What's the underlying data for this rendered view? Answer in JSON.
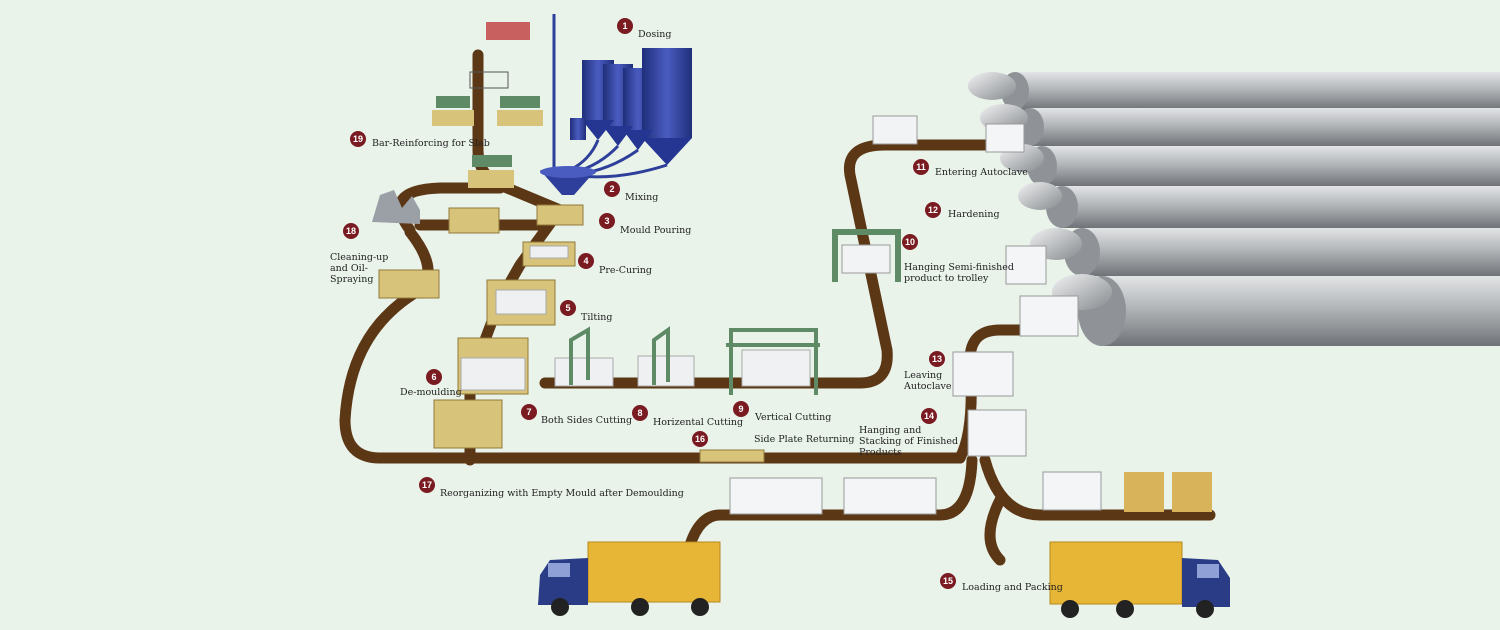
{
  "steps": [
    {
      "num": "1",
      "label": "Dosing"
    },
    {
      "num": "2",
      "label": "Mixing"
    },
    {
      "num": "3",
      "label": "Mould Pouring"
    },
    {
      "num": "4",
      "label": "Pre-Curing"
    },
    {
      "num": "5",
      "label": "Tilting"
    },
    {
      "num": "6",
      "label": "De-moulding"
    },
    {
      "num": "7",
      "label": "Both Sides Cutting"
    },
    {
      "num": "8",
      "label": "Horizental Cutting"
    },
    {
      "num": "9",
      "label": "Vertical Cutting"
    },
    {
      "num": "10",
      "label": "Hanging Semi-finished product to trolley"
    },
    {
      "num": "11",
      "label": "Entering Autoclave"
    },
    {
      "num": "12",
      "label": "Hardening"
    },
    {
      "num": "13",
      "label": "Leaving Autoclave"
    },
    {
      "num": "14",
      "label": "Hanging and Stacking of Finished Products"
    },
    {
      "num": "15",
      "label": "Loading and Packing"
    },
    {
      "num": "16",
      "label": "Side Plate Returning"
    },
    {
      "num": "17",
      "label": "Reorganizing with Empty Mould after Demoulding"
    },
    {
      "num": "18",
      "label": "Cleaning-up and Oil-Spraying"
    },
    {
      "num": "19",
      "label": "Bar-Reinforcing for Slab"
    }
  ],
  "colors": {
    "track": "#5c3716",
    "mould": "#d8c37a",
    "silo": "#2d3f9a",
    "autoclave": "#a6a9ad",
    "truck_box": "#e7b636",
    "truck_cab": "#2b3c86",
    "frame": "#5e8a66",
    "background": "#e9f3ea"
  }
}
